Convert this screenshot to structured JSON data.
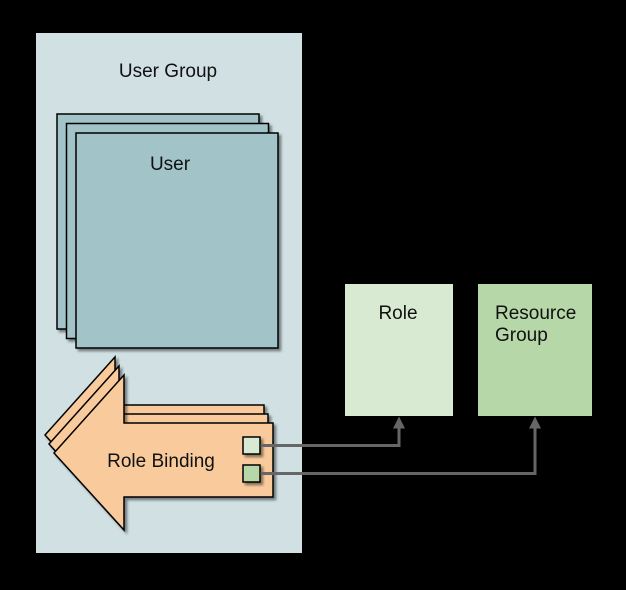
{
  "user_group": {
    "label": "User Group"
  },
  "user": {
    "label": "User"
  },
  "role": {
    "label": "Role"
  },
  "resource_group": {
    "lines": [
      "Resource",
      "Group"
    ]
  },
  "role_binding": {
    "label": "Role Binding"
  },
  "colors": {
    "background": "#000000",
    "user_group_fill": "#d0e0e3",
    "user_fill": "#a2c4c9",
    "role_fill": "#d9ead3",
    "resource_group_fill": "#b6d7a8",
    "role_binding_fill": "#f9cb9c",
    "connector": "#666666",
    "outline": "#000000",
    "text": "#111111"
  }
}
